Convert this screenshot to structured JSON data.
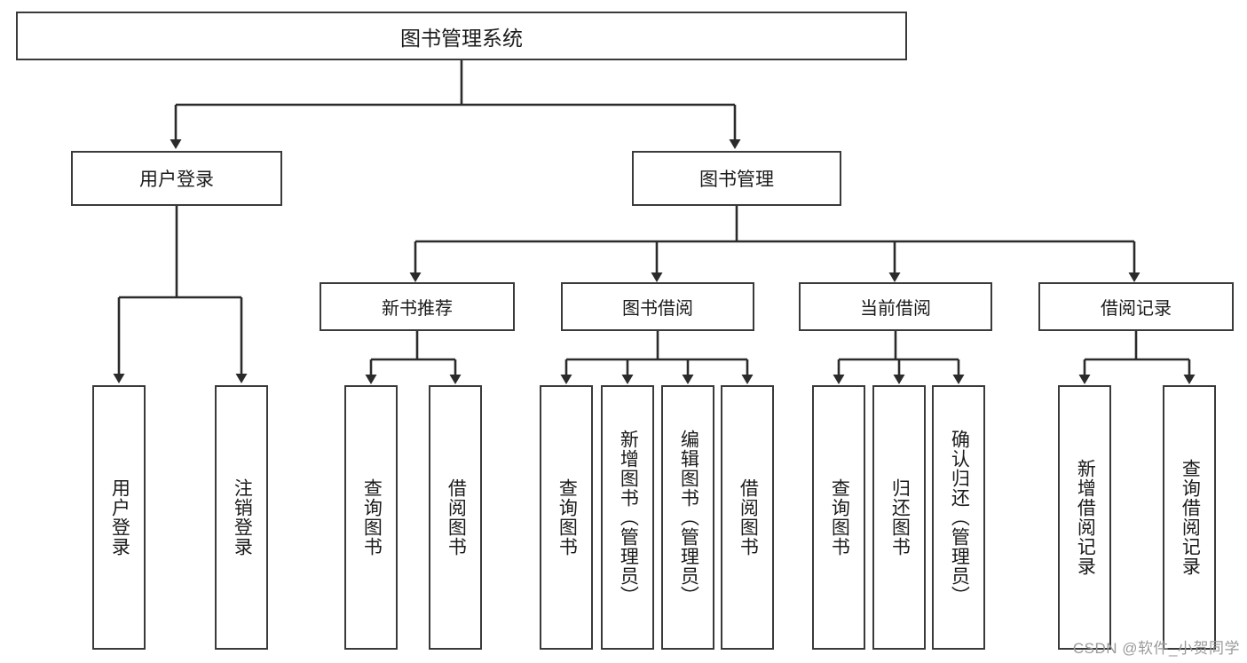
{
  "diagram": {
    "title": "图书管理系统",
    "type": "tree-hierarchy",
    "colors": {
      "stroke": "#3a3a3a",
      "fill": "#ffffff",
      "text": "#1b1b1b",
      "watermark": "#9a9a9a"
    },
    "root": {
      "label": "图书管理系统"
    },
    "level2": [
      {
        "label": "用户登录"
      },
      {
        "label": "图书管理"
      }
    ],
    "level3": [
      {
        "label": "新书推荐"
      },
      {
        "label": "图书借阅"
      },
      {
        "label": "当前借阅"
      },
      {
        "label": "借阅记录"
      }
    ],
    "leaves": {
      "user_login": [
        {
          "label": "用户登录"
        },
        {
          "label": "注销登录"
        }
      ],
      "new_book_recommend": [
        {
          "label": "查询图书"
        },
        {
          "label": "借阅图书"
        }
      ],
      "book_borrow": [
        {
          "label": "查询图书"
        },
        {
          "label": "新增图书（管理员）"
        },
        {
          "label": "编辑图书（管理员）"
        },
        {
          "label": "借阅图书"
        }
      ],
      "current_borrow": [
        {
          "label": "查询图书"
        },
        {
          "label": "归还图书"
        },
        {
          "label": "确认归还（管理员）"
        }
      ],
      "borrow_record": [
        {
          "label": "新增借阅记录"
        },
        {
          "label": "查询借阅记录"
        }
      ]
    }
  },
  "watermark": {
    "text": "CSDN @软件_小贺同学"
  }
}
